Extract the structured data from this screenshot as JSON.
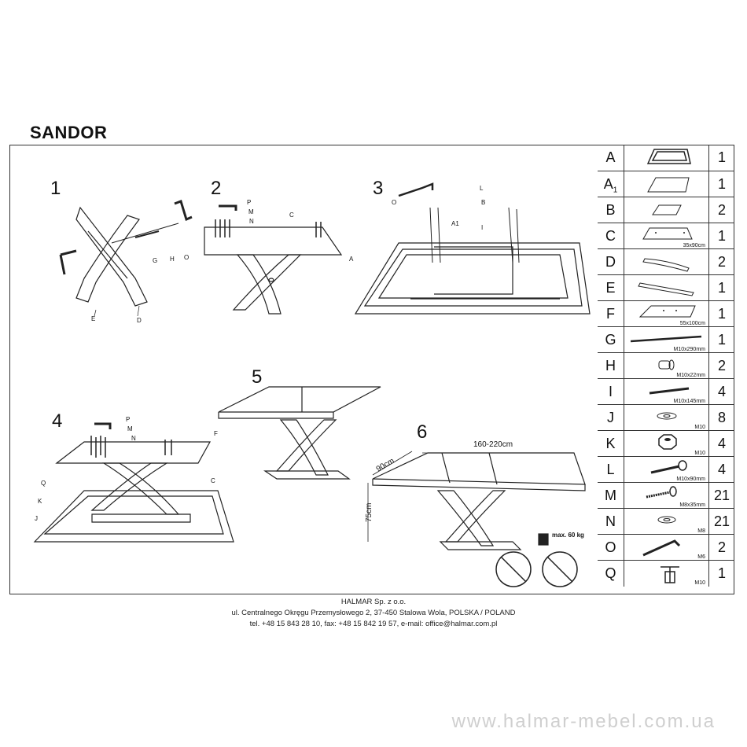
{
  "title": "SANDOR",
  "steps": [
    "1",
    "2",
    "3",
    "4",
    "5",
    "6"
  ],
  "step1_labels": [
    "E",
    "D",
    "G",
    "H",
    "O"
  ],
  "step2_labels": [
    "P",
    "M",
    "N",
    "C"
  ],
  "step3_labels": [
    "O",
    "L",
    "B",
    "I",
    "A1",
    "A"
  ],
  "step4_labels": [
    "P",
    "M",
    "N",
    "F",
    "Q",
    "K",
    "J",
    "C"
  ],
  "step6": {
    "width_label": "160-220cm",
    "depth_label": "90cm",
    "height_label": "75cm",
    "max_load": "max. 60 kg"
  },
  "parts": [
    {
      "letter": "A",
      "sub": "",
      "spec": "",
      "qty": "1",
      "icon": "frame-icon"
    },
    {
      "letter": "A",
      "sub": "1",
      "spec": "",
      "qty": "1",
      "icon": "panel-icon"
    },
    {
      "letter": "B",
      "sub": "",
      "spec": "",
      "qty": "2",
      "icon": "board-icon"
    },
    {
      "letter": "C",
      "sub": "",
      "spec": "35x90cm",
      "qty": "1",
      "icon": "plate-icon"
    },
    {
      "letter": "D",
      "sub": "",
      "spec": "",
      "qty": "2",
      "icon": "curved-leg-icon"
    },
    {
      "letter": "E",
      "sub": "",
      "spec": "",
      "qty": "1",
      "icon": "straight-leg-icon"
    },
    {
      "letter": "F",
      "sub": "",
      "spec": "55x100cm",
      "qty": "1",
      "icon": "base-plate-icon"
    },
    {
      "letter": "G",
      "sub": "",
      "spec": "M10x290mm",
      "qty": "1",
      "icon": "rod-icon"
    },
    {
      "letter": "H",
      "sub": "",
      "spec": "M10x22mm",
      "qty": "2",
      "icon": "connector-nut-icon"
    },
    {
      "letter": "I",
      "sub": "",
      "spec": "M10x145mm",
      "qty": "4",
      "icon": "threaded-rod-icon"
    },
    {
      "letter": "J",
      "sub": "",
      "spec": "M10",
      "qty": "8",
      "icon": "washer-icon"
    },
    {
      "letter": "K",
      "sub": "",
      "spec": "M10",
      "qty": "4",
      "icon": "hex-nut-icon"
    },
    {
      "letter": "L",
      "sub": "",
      "spec": "M10x90mm",
      "qty": "4",
      "icon": "bolt-icon"
    },
    {
      "letter": "M",
      "sub": "",
      "spec": "M8x35mm",
      "qty": "21",
      "icon": "screw-icon"
    },
    {
      "letter": "N",
      "sub": "",
      "spec": "M8",
      "qty": "21",
      "icon": "small-washer-icon"
    },
    {
      "letter": "O",
      "sub": "",
      "spec": "M6",
      "qty": "2",
      "icon": "allen-key-icon"
    },
    {
      "letter": "Q",
      "sub": "",
      "spec": "M10",
      "qty": "1",
      "icon": "t-nut-icon"
    }
  ],
  "footer": {
    "company": "HALMAR Sp. z o.o.",
    "address": "ul. Centralnego Okręgu Przemysłowego 2, 37-450 Stalowa Wola, POLSKA / POLAND",
    "contact": "tel. +48 15 843 28 10, fax: +48 15 842 19 57, e-mail: office@halmar.com.pl"
  },
  "watermark": "www.halmar-mebel.com.ua"
}
